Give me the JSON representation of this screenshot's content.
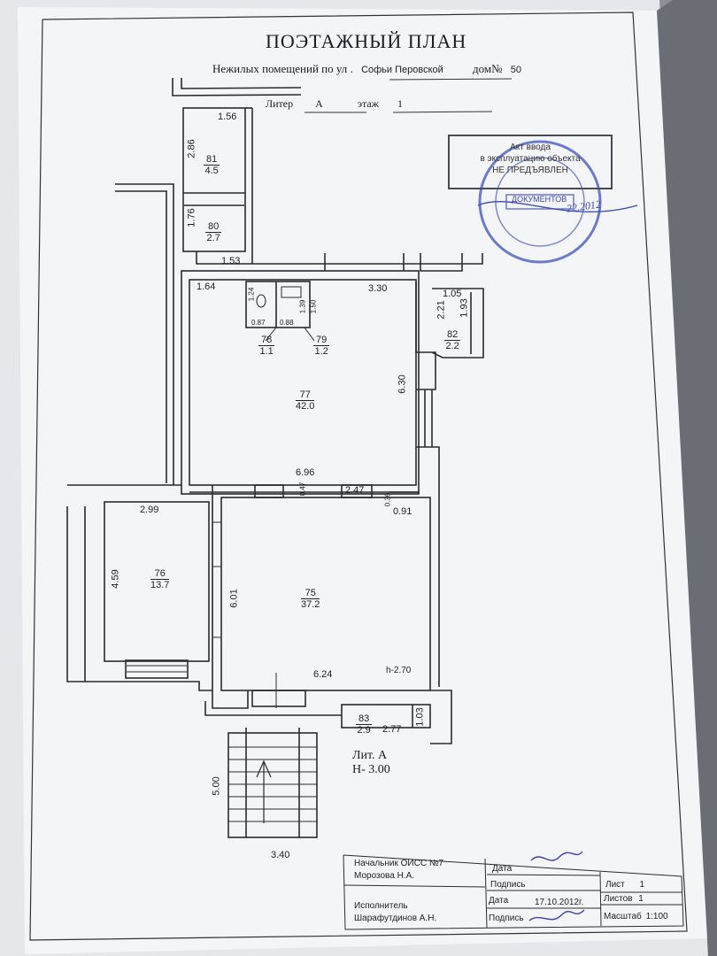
{
  "header": {
    "title": "ПОЭТАЖНЫЙ ПЛАН",
    "line1_prefix": "Нежилых помещений по ул .",
    "street": "Софьи Перовской",
    "house_prefix": "дом№",
    "house": "50",
    "liter_label": "Литер",
    "liter": "А",
    "floor_label": "этаж",
    "floor": "1"
  },
  "notice": {
    "line1": "Акт ввода",
    "line2": "в эксплуатацию объекта",
    "line3": "НЕ ПРЕДЪЯВЛЕН"
  },
  "stamp": {
    "word": "ДОКУМЕНТОВ",
    "date": "22.2012"
  },
  "rooms": {
    "r81": {
      "num": "81",
      "area": "4.5"
    },
    "r80": {
      "num": "80",
      "area": "2.7"
    },
    "r78": {
      "num": "78",
      "area": "1.1"
    },
    "r79": {
      "num": "79",
      "area": "1.2"
    },
    "r77": {
      "num": "77",
      "area": "42.0"
    },
    "r82": {
      "num": "82",
      "area": "2.2"
    },
    "r76": {
      "num": "76",
      "area": "13.7"
    },
    "r75": {
      "num": "75",
      "area": "37.2"
    },
    "r83": {
      "num": "83",
      "area": "2.9"
    }
  },
  "dims": {
    "d156": "1.56",
    "d286": "2.86",
    "d176": "1.76",
    "d153": "1.53",
    "d164": "1.64",
    "d124": "1.24",
    "d139": "1.39",
    "d150": "1.50",
    "d087": "0.87",
    "d088": "0.88",
    "d330": "3.30",
    "d105": "1.05",
    "d221": "2.21",
    "d193": "1.93",
    "d630": "6.30",
    "d696": "6.96",
    "d047": "0.47",
    "d247": "2.47",
    "d036": "0.36",
    "d091": "0.91",
    "d299": "2.99",
    "d459": "4.59",
    "d601": "6.01",
    "d624": "6.24",
    "h270": "h-2.70",
    "d277": "2.77",
    "d103": "1.03",
    "d500": "5.00",
    "d340": "3.40"
  },
  "liter_block": {
    "line1": "Лит. А",
    "line2": "Н- 3.00"
  },
  "title_block": {
    "chief_label": "Начальник ОИСС №7",
    "chief_name": "Морозова Н.А.",
    "executor_label": "Исполнитель",
    "executor_name": "Шарафутдинов А.Н.",
    "date_label": "Дата",
    "sign_label": "Подпись",
    "date2_label": "Дата",
    "date2_value": "17.10.2012г.",
    "sign2_label": "Подпись",
    "sheet_label": "Лист",
    "sheet_value": "1",
    "sheets_label": "Листов",
    "sheets_value": "1",
    "scale_label": "Масштаб",
    "scale_value": "1:100"
  }
}
